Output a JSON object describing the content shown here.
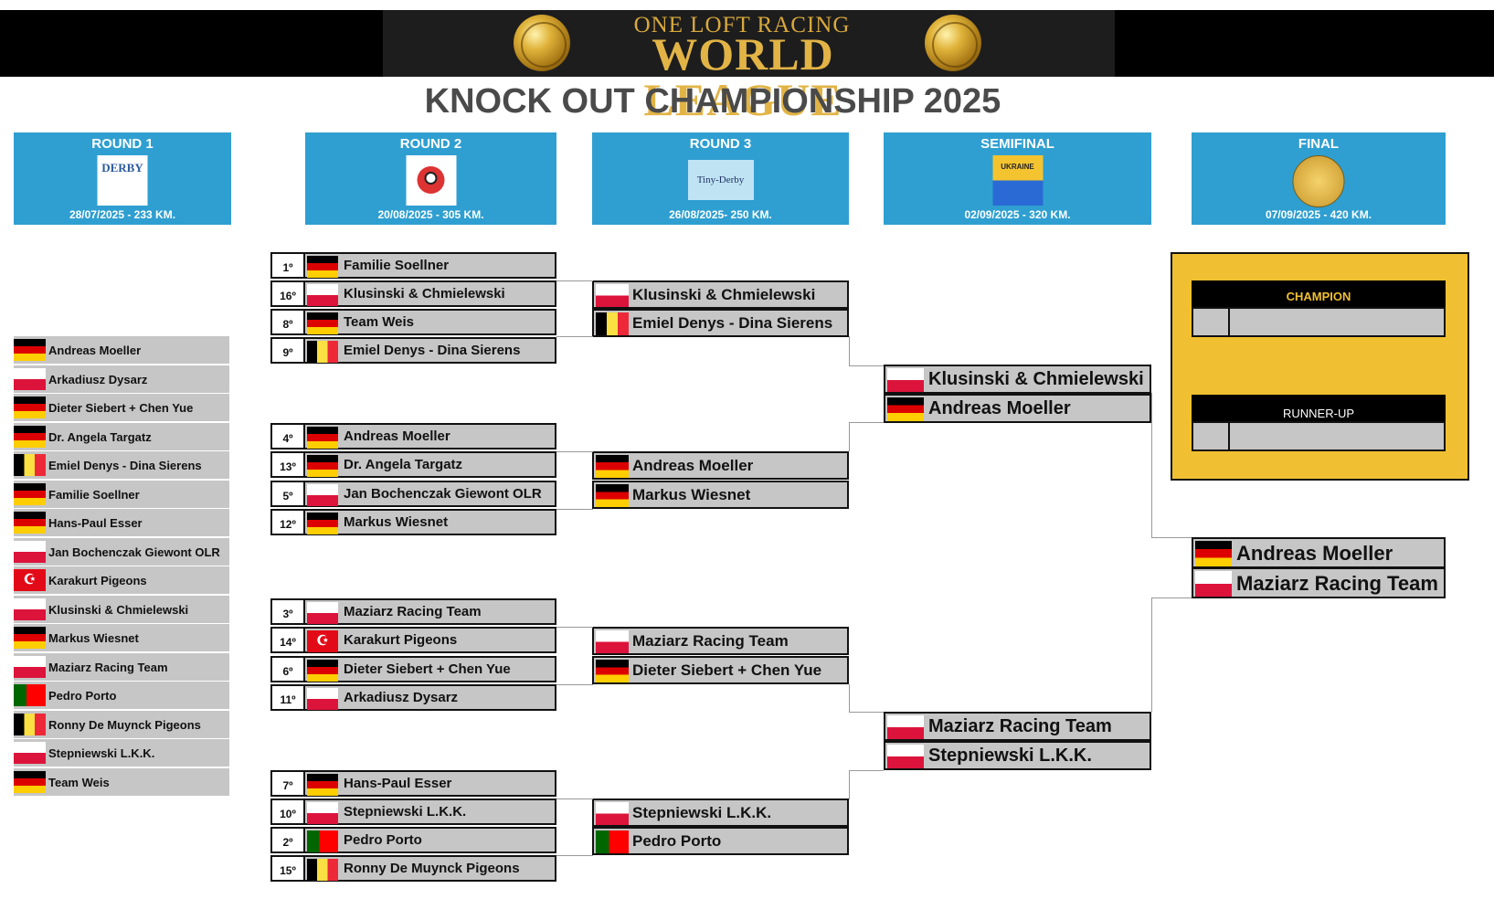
{
  "header": {
    "logo_line1": "ONE LOFT RACING",
    "logo_line2": "WORLD LEAGUE",
    "title": "KNOCK OUT CHAMPIONSHIP 2025"
  },
  "rounds": [
    {
      "name": "ROUND 1",
      "date": "28/07/2025 - 233 KM."
    },
    {
      "name": "ROUND 2",
      "date": "20/08/2025 - 305 KM."
    },
    {
      "name": "ROUND 3",
      "date": "26/08/2025- 250 KM."
    },
    {
      "name": "SEMIFINAL",
      "date": "02/09/2025 - 320 KM."
    },
    {
      "name": "FINAL",
      "date": "07/09/2025 - 420 KM."
    }
  ],
  "round_logos": [
    "DERBY",
    "",
    "Tiny-Derby",
    "UKRAINE",
    ""
  ],
  "participants": [
    {
      "name": "Andreas Moeller",
      "flag": "de"
    },
    {
      "name": "Arkadiusz Dysarz",
      "flag": "pl"
    },
    {
      "name": "Dieter Siebert + Chen Yue",
      "flag": "de"
    },
    {
      "name": "Dr. Angela Targatz",
      "flag": "de"
    },
    {
      "name": "Emiel Denys - Dina Sierens",
      "flag": "be"
    },
    {
      "name": "Familie Soellner",
      "flag": "de"
    },
    {
      "name": "Hans-Paul Esser",
      "flag": "de"
    },
    {
      "name": "Jan Bochenczak Giewont OLR",
      "flag": "pl"
    },
    {
      "name": "Karakurt Pigeons",
      "flag": "tr"
    },
    {
      "name": "Klusinski & Chmielewski",
      "flag": "pl"
    },
    {
      "name": "Markus Wiesnet",
      "flag": "de"
    },
    {
      "name": "Maziarz Racing Team",
      "flag": "pl"
    },
    {
      "name": "Pedro Porto",
      "flag": "pt"
    },
    {
      "name": "Ronny De Muynck Pigeons",
      "flag": "be"
    },
    {
      "name": "Stepniewski L.K.K.",
      "flag": "pl"
    },
    {
      "name": "Team Weis",
      "flag": "de"
    }
  ],
  "round2": [
    {
      "seed": "1º",
      "name": "Familie Soellner",
      "flag": "de"
    },
    {
      "seed": "16º",
      "name": "Klusinski & Chmielewski",
      "flag": "pl"
    },
    {
      "seed": "8º",
      "name": "Team Weis",
      "flag": "de"
    },
    {
      "seed": "9º",
      "name": "Emiel Denys - Dina Sierens",
      "flag": "be"
    },
    {
      "seed": "4º",
      "name": "Andreas Moeller",
      "flag": "de"
    },
    {
      "seed": "13º",
      "name": "Dr. Angela Targatz",
      "flag": "de"
    },
    {
      "seed": "5º",
      "name": "Jan Bochenczak Giewont OLR",
      "flag": "pl"
    },
    {
      "seed": "12º",
      "name": "Markus Wiesnet",
      "flag": "de"
    },
    {
      "seed": "3º",
      "name": "Maziarz Racing Team",
      "flag": "pl"
    },
    {
      "seed": "14º",
      "name": "Karakurt Pigeons",
      "flag": "tr"
    },
    {
      "seed": "6º",
      "name": "Dieter Siebert + Chen Yue",
      "flag": "de"
    },
    {
      "seed": "11º",
      "name": "Arkadiusz Dysarz",
      "flag": "pl"
    },
    {
      "seed": "7º",
      "name": "Hans-Paul Esser",
      "flag": "de"
    },
    {
      "seed": "10º",
      "name": "Stepniewski L.K.K.",
      "flag": "pl"
    },
    {
      "seed": "2º",
      "name": "Pedro Porto",
      "flag": "pt"
    },
    {
      "seed": "15º",
      "name": "Ronny De Muynck Pigeons",
      "flag": "be"
    }
  ],
  "round3": [
    {
      "name": "Klusinski & Chmielewski",
      "flag": "pl"
    },
    {
      "name": "Emiel Denys - Dina Sierens",
      "flag": "be"
    },
    {
      "name": "Andreas Moeller",
      "flag": "de"
    },
    {
      "name": "Markus Wiesnet",
      "flag": "de"
    },
    {
      "name": "Maziarz Racing Team",
      "flag": "pl"
    },
    {
      "name": "Dieter Siebert + Chen Yue",
      "flag": "de"
    },
    {
      "name": "Stepniewski L.K.K.",
      "flag": "pl"
    },
    {
      "name": "Pedro Porto",
      "flag": "pt"
    }
  ],
  "semifinal": [
    {
      "name": "Klusinski & Chmielewski",
      "flag": "pl"
    },
    {
      "name": "Andreas Moeller",
      "flag": "de"
    },
    {
      "name": "Maziarz Racing Team",
      "flag": "pl"
    },
    {
      "name": "Stepniewski L.K.K.",
      "flag": "pl"
    }
  ],
  "final": [
    {
      "name": "Andreas Moeller",
      "flag": "de"
    },
    {
      "name": "Maziarz Racing Team",
      "flag": "pl"
    }
  ],
  "results": {
    "champion_label": "CHAMPION",
    "runnerup_label": "RUNNER-UP"
  }
}
